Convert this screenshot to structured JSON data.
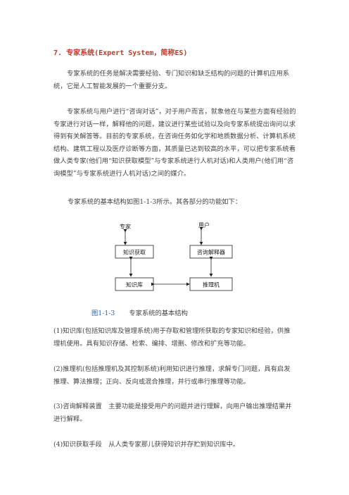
{
  "section": {
    "number": "7.",
    "title": "专家系统(Expert System，简称ES)"
  },
  "paragraphs": {
    "p1": "专家系统的任务是解决需要经验、专门知识和缺乏结构的问题的计算机应用系统，它是人工智能发展的一个重要分支。",
    "p2": "专家系统与用户进行“咨询对话”，对于用户而言，就象他在与某些方面有经验的专家进行对话一样，解释他的问题，建议进行某些试验以及向专家系统提出询问以求得到有关解答等。目前的专家系统，在咨询任务如化学和地质数据分析、计算机系统结构、建筑工程以及医疗诊断等方面，其质量已达到较高的水平，可以把专家系统看做人类专家(他们用“知识获取模型”与专家系统进行人机对话)和人类用户(他们用“咨询模型”与专家系统进行人机对话)之间的媒介。",
    "p3": "专家系统的基本结构如图1-1-3所示。其各部分的功能如下："
  },
  "diagram": {
    "expert_label": "专家",
    "user_label": "用户",
    "knowledge_acquisition": "知识获取",
    "consult_interpreter": "咨询解释器",
    "knowledge_base": "知识库",
    "inference_engine": "推理机"
  },
  "caption": {
    "figure": "图1-1-3",
    "title": "专家系统的基本结构"
  },
  "items": [
    "(1)知识库(包括知识库及管理系统)用于存取和管理所获取的专家知识和经验，供推理机使用。具有知识存储、检索、编排、增删、修改和扩充等功能。",
    "(2)推理机(包括推理机及其控制系统)利用知识进行推理，求解专门问题，具有启发推理、算法推理；正向、反向或混合推理，并行或串行推理等功能。",
    "(3)咨询解释装置　主要功能是接受用户的问题并进行理解，向用户输出推理结果并进行解释。",
    "(4)知识获取手段　从人类专家那儿获得知识并存贮到知识库中。"
  ]
}
